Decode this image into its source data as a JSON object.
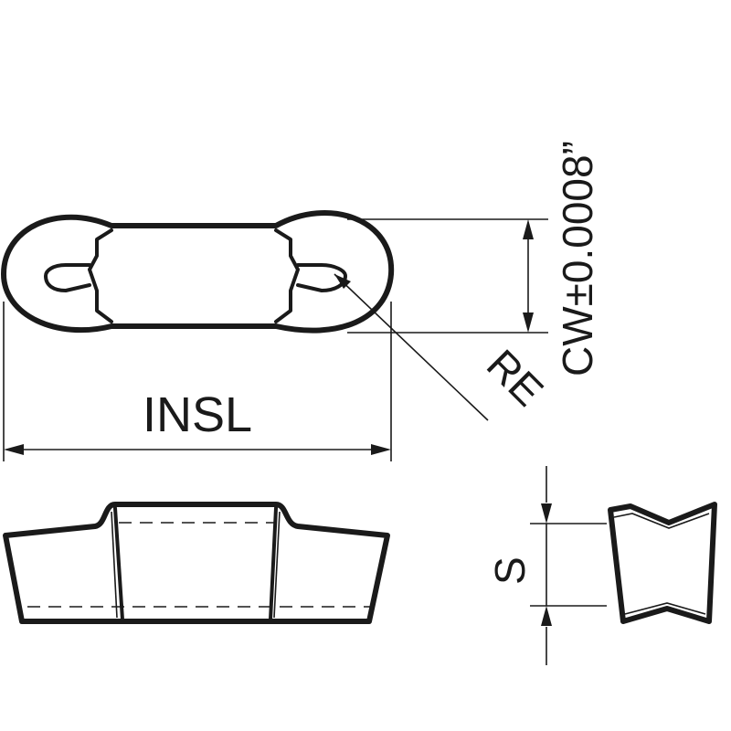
{
  "labels": {
    "insl": "INSL",
    "re": "RE",
    "cw": "CW±0.0008”",
    "s": "S"
  },
  "colors": {
    "line": "#1a1a1a",
    "background": "#ffffff"
  }
}
